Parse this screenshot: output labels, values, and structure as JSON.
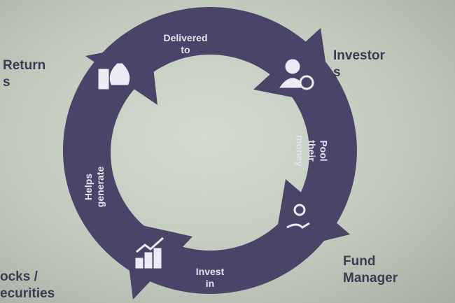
{
  "diagram": {
    "nodes": [
      {
        "label_line1": "Investor",
        "label_line2": "s",
        "icon": "investor-rupee-icon"
      },
      {
        "label_line1": "Fund",
        "label_line2": "Manager",
        "icon": "gear-hand-icon"
      },
      {
        "label_line1": "ocks /",
        "label_line2": "ecurities",
        "icon": "growth-chart-icon"
      },
      {
        "label_line1": "Return",
        "label_line2": "s",
        "icon": "money-bag-coins-icon"
      }
    ],
    "arrows": [
      {
        "line1": "Delivered",
        "line2": "to"
      },
      {
        "line1": "Pool",
        "line2": "their",
        "line3": "money"
      },
      {
        "line1": "Invest",
        "line2": "in"
      },
      {
        "line1": "Helps",
        "line2": "generate"
      }
    ]
  },
  "colors": {
    "ring": "#4a4468",
    "text": "#3d3a52"
  }
}
